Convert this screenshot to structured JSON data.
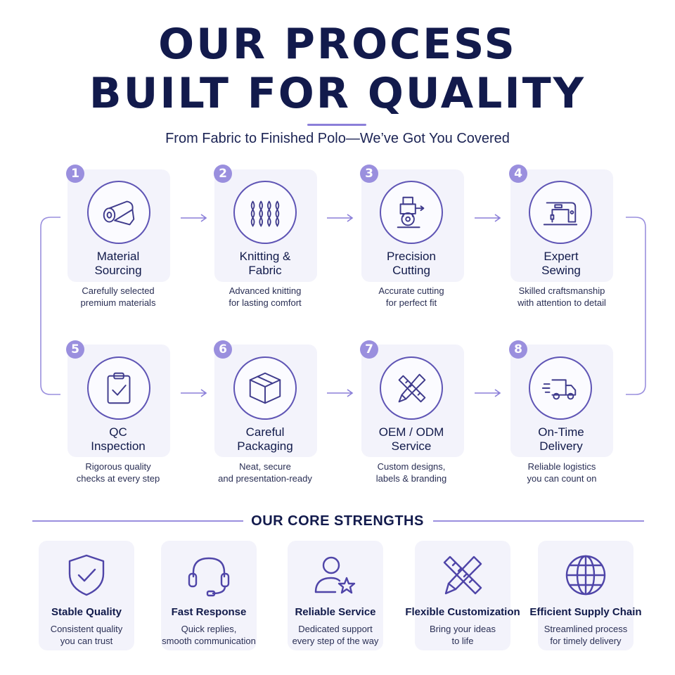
{
  "header": {
    "title_line1": "OUR PROCESS",
    "title_line2": "BUILT FOR QUALITY",
    "subtitle": "From Fabric to Finished Polo—We’ve Got You Covered"
  },
  "steps": [
    {
      "number": "1",
      "label_line1": "Material",
      "label_line2": "Sourcing",
      "desc_line1": "Carefully selected",
      "desc_line2": "premium materials",
      "icon": "fabric-roll-icon"
    },
    {
      "number": "2",
      "label_line1": "Knitting &",
      "label_line2": "Fabric",
      "desc_line1": "Advanced knitting",
      "desc_line2": "for lasting comfort",
      "icon": "knit-pattern-icon"
    },
    {
      "number": "3",
      "label_line1": "Precision",
      "label_line2": "Cutting",
      "desc_line1": "Accurate cutting",
      "desc_line2": "for perfect fit",
      "icon": "cutting-machine-icon"
    },
    {
      "number": "4",
      "label_line1": "Expert",
      "label_line2": "Sewing",
      "desc_line1": "Skilled craftsmanship",
      "desc_line2": "with attention to detail",
      "icon": "sewing-machine-icon"
    },
    {
      "number": "5",
      "label_line1": "QC",
      "label_line2": "Inspection",
      "desc_line1": "Rigorous quality",
      "desc_line2": "checks at every step",
      "icon": "clipboard-check-icon"
    },
    {
      "number": "6",
      "label_line1": "Careful",
      "label_line2": "Packaging",
      "desc_line1": "Neat, secure",
      "desc_line2": "and presentation-ready",
      "icon": "box-icon"
    },
    {
      "number": "7",
      "label_line1": "OEM / ODM",
      "label_line2": "Service",
      "desc_line1": "Custom designs,",
      "desc_line2": "labels & branding",
      "icon": "ruler-pencil-icon"
    },
    {
      "number": "8",
      "label_line1": "On-Time",
      "label_line2": "Delivery",
      "desc_line1": "Reliable logistics",
      "desc_line2": "you can count on",
      "icon": "delivery-truck-icon"
    }
  ],
  "strengths_section": {
    "title": "OUR CORE STRENGTHS",
    "items": [
      {
        "label": "Stable Quality",
        "desc_line1": "Consistent quality",
        "desc_line2": "you can trust",
        "icon": "shield-check-icon"
      },
      {
        "label": "Fast Response",
        "desc_line1": "Quick replies,",
        "desc_line2": "smooth communication",
        "icon": "headset-icon"
      },
      {
        "label": "Reliable Service",
        "desc_line1": "Dedicated support",
        "desc_line2": "every step of the way",
        "icon": "user-star-icon"
      },
      {
        "label": "Flexible Customization",
        "desc_line1": "Bring your ideas",
        "desc_line2": "to life",
        "icon": "ruler-pencil-icon"
      },
      {
        "label": "Efficient Supply Chain",
        "desc_line1": "Streamlined process",
        "desc_line2": "for timely delivery",
        "icon": "globe-icon"
      }
    ]
  },
  "colors": {
    "navy": "#121a4c",
    "accent": "#9a8fde",
    "icon_stroke": "#4f45a8",
    "card_bg": "#f3f3fb"
  }
}
